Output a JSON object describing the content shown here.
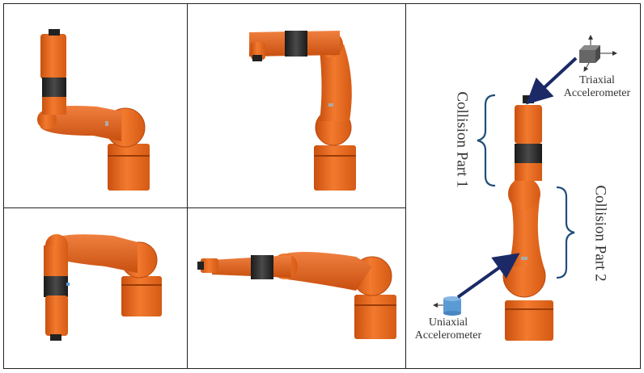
{
  "labels": {
    "triaxial_line1": "Triaxial",
    "triaxial_line2": "Accelerometer",
    "uniaxial_line1": "Uniaxial",
    "uniaxial_line2": "Accelerometer",
    "collision_part_1": "Collision Part 1",
    "collision_part_2": "Collision Part 2"
  },
  "colors": {
    "robot_orange": "#e9661c",
    "robot_highlight": "#f79a5a",
    "robot_dark": "#2b2b2b",
    "brace_blue": "#1f4e79",
    "arrow_navy": "#1b2a66",
    "sensor_grey": "#666666",
    "sensor_blue": "#5b9bd5"
  }
}
